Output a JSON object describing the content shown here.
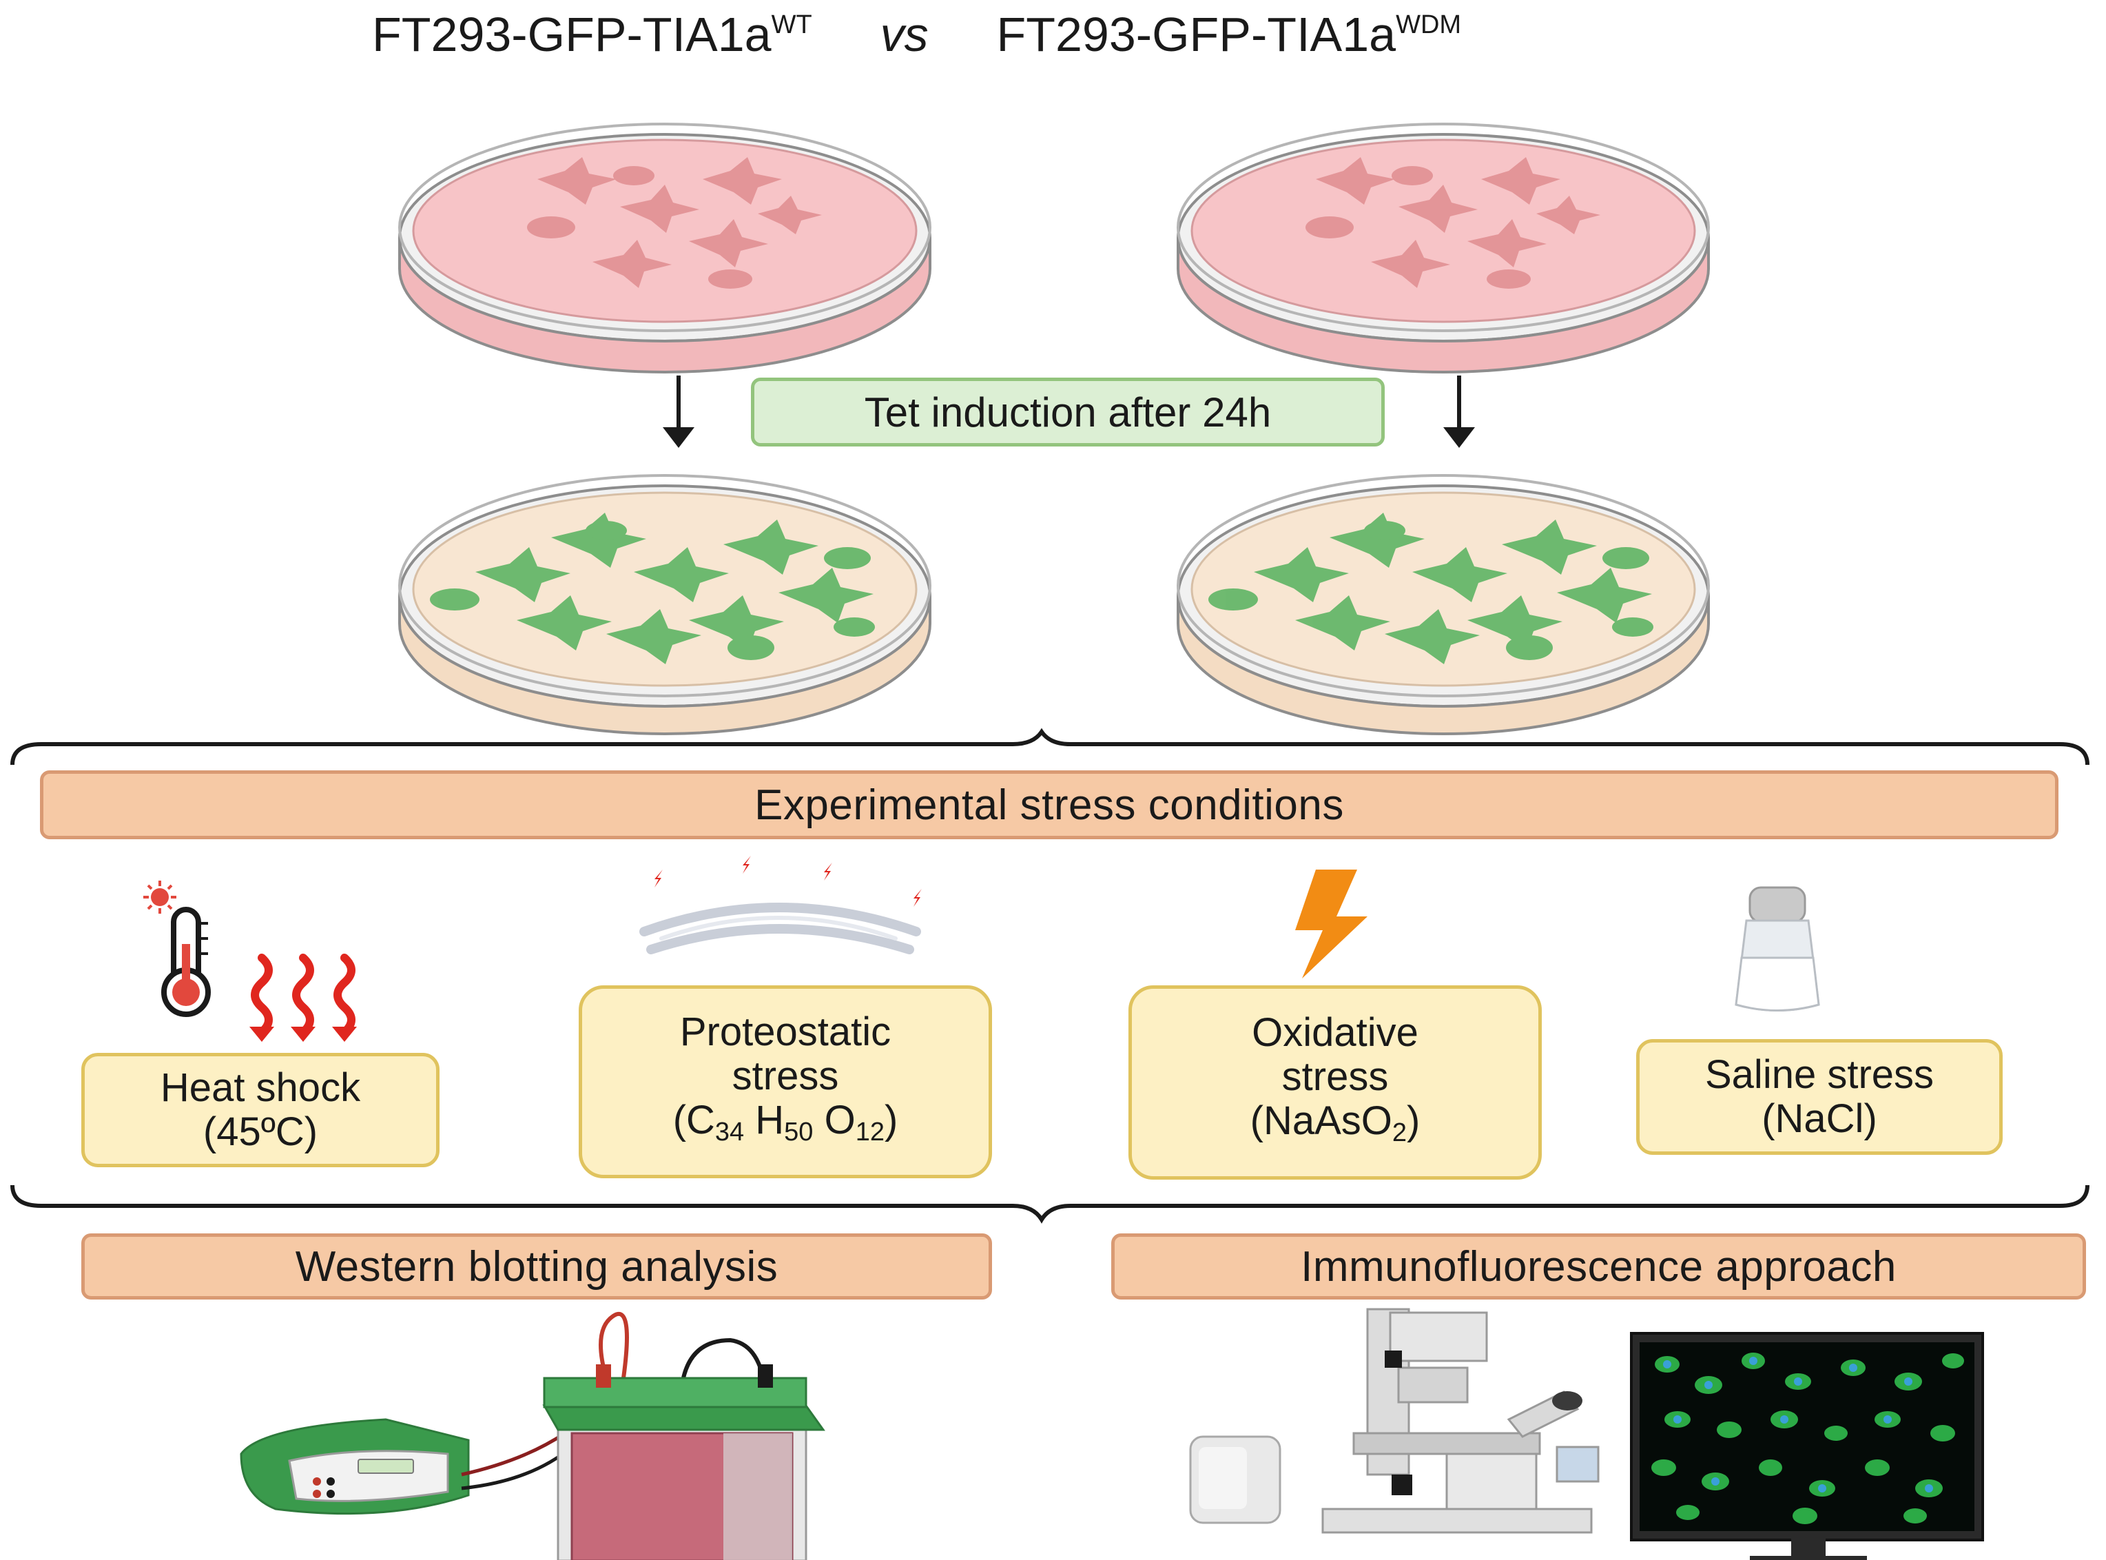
{
  "header": {
    "left_base": "FT293-GFP-TIA1a",
    "left_sup": "WT",
    "vs": "vs",
    "right_base": "FT293-GFP-TIA1a",
    "right_sup": "WDM"
  },
  "induction_label": "Tet induction after 24h",
  "stress_header": "Experimental stress conditions",
  "conditions": {
    "heat": {
      "line1": "Heat shock",
      "line2": "(45ºC)"
    },
    "proteo": {
      "line1": "Proteostatic",
      "line2": "stress",
      "l3_a": "(C",
      "s1": "34",
      "l3_b": " H",
      "s2": "50",
      "l3_c": " O",
      "s3": "12",
      "l3_d": ")"
    },
    "oxid": {
      "line1": "Oxidative",
      "line2": "stress",
      "l3_a": "(NaAsO",
      "s1": "2",
      "l3_b": ")"
    },
    "saline": {
      "line1": "Saline stress",
      "line2": "(NaCl)"
    }
  },
  "analysis": {
    "western": "Western blotting analysis",
    "immuno": "Immunofluorescence approach"
  },
  "colors": {
    "dish_pink": "#f7c4c7",
    "dish_cream": "#f8e6d2",
    "cell_green": "#5fb565",
    "cell_pink": "#e89a9c",
    "pill_fill": "#f6c9a5",
    "cond_fill": "#fdf0c4",
    "tet_fill": "#dcefd4"
  },
  "icons": [
    "thermometer-icon",
    "heat-waves-icon",
    "endoplasmic-reticulum-icon",
    "lightning-bolt-icon",
    "salt-shaker-icon",
    "electrophoresis-apparatus-icon",
    "microscope-icon",
    "monitor-icon"
  ]
}
